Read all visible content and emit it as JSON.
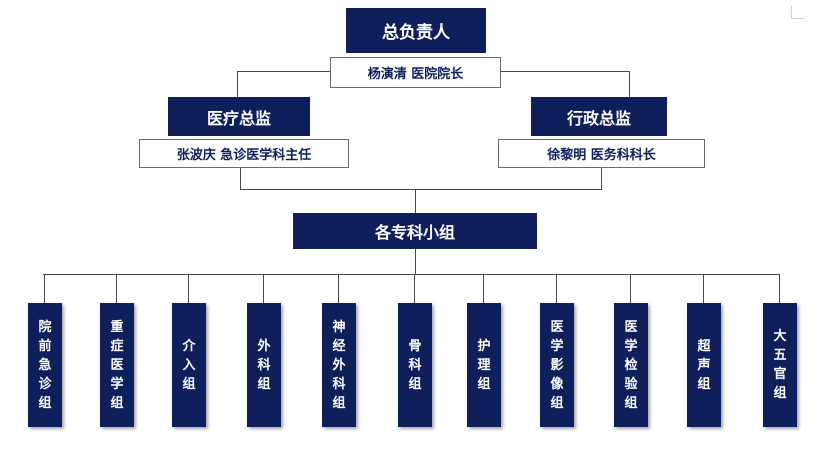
{
  "chief": {
    "title": "总负责人",
    "name": "杨演清  医院院长"
  },
  "medical": {
    "title": "医疗总监",
    "name": "张波庆  急诊医学科主任"
  },
  "admin": {
    "title": "行政总监",
    "name": "徐黎明      医务科科长"
  },
  "subgroups": {
    "title": "各专科小组"
  },
  "groups": [
    {
      "label": "院前急诊组"
    },
    {
      "label": "重症医学组"
    },
    {
      "label": "介入组"
    },
    {
      "label": "外科组"
    },
    {
      "label": "神经外科组"
    },
    {
      "label": "骨科组"
    },
    {
      "label": "护理组"
    },
    {
      "label": "医学影像组"
    },
    {
      "label": "医学检验组"
    },
    {
      "label": "超声组"
    },
    {
      "label": "大五官组"
    }
  ]
}
